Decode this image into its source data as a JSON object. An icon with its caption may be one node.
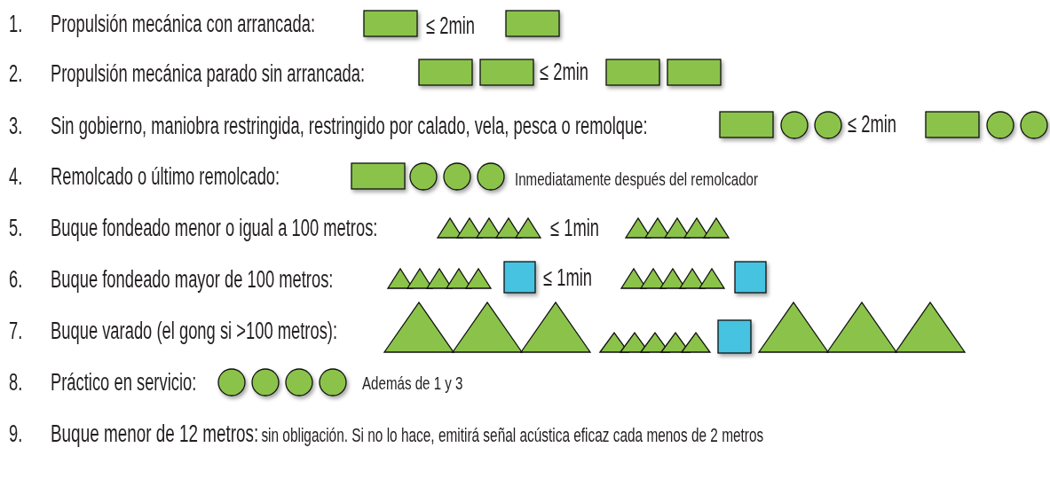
{
  "diagram": {
    "labels": [
      "1.",
      "Propulsión mecánica con arrancada:",
      "≤ 2min",
      "2.",
      "Propulsión mecánica parado sin arrancada:",
      "≤ 2min",
      "3.",
      "Sin gobierno, maniobra restringida, restringido por calado, vela, pesca o remolque:",
      "≤ 2min",
      "4.",
      "Remolcado o último remolcado:",
      "Inmediatamente después del remolcador",
      "5.",
      "Buque fondeado menor o igual a 100 metros:",
      "≤ 1min",
      "6.",
      "Buque fondeado mayor de 100 metros:",
      "≤ 1min",
      "7.",
      "Buque varado (el gong si >100 metros):",
      "8.",
      "Práctico en servicio:",
      "Además de 1 y 3",
      "9.",
      "Buque menor de 12 metros:",
      "sin obligación. Si no lo hace, emitirá señal acústica eficaz cada menos de 2 metros"
    ]
  }
}
